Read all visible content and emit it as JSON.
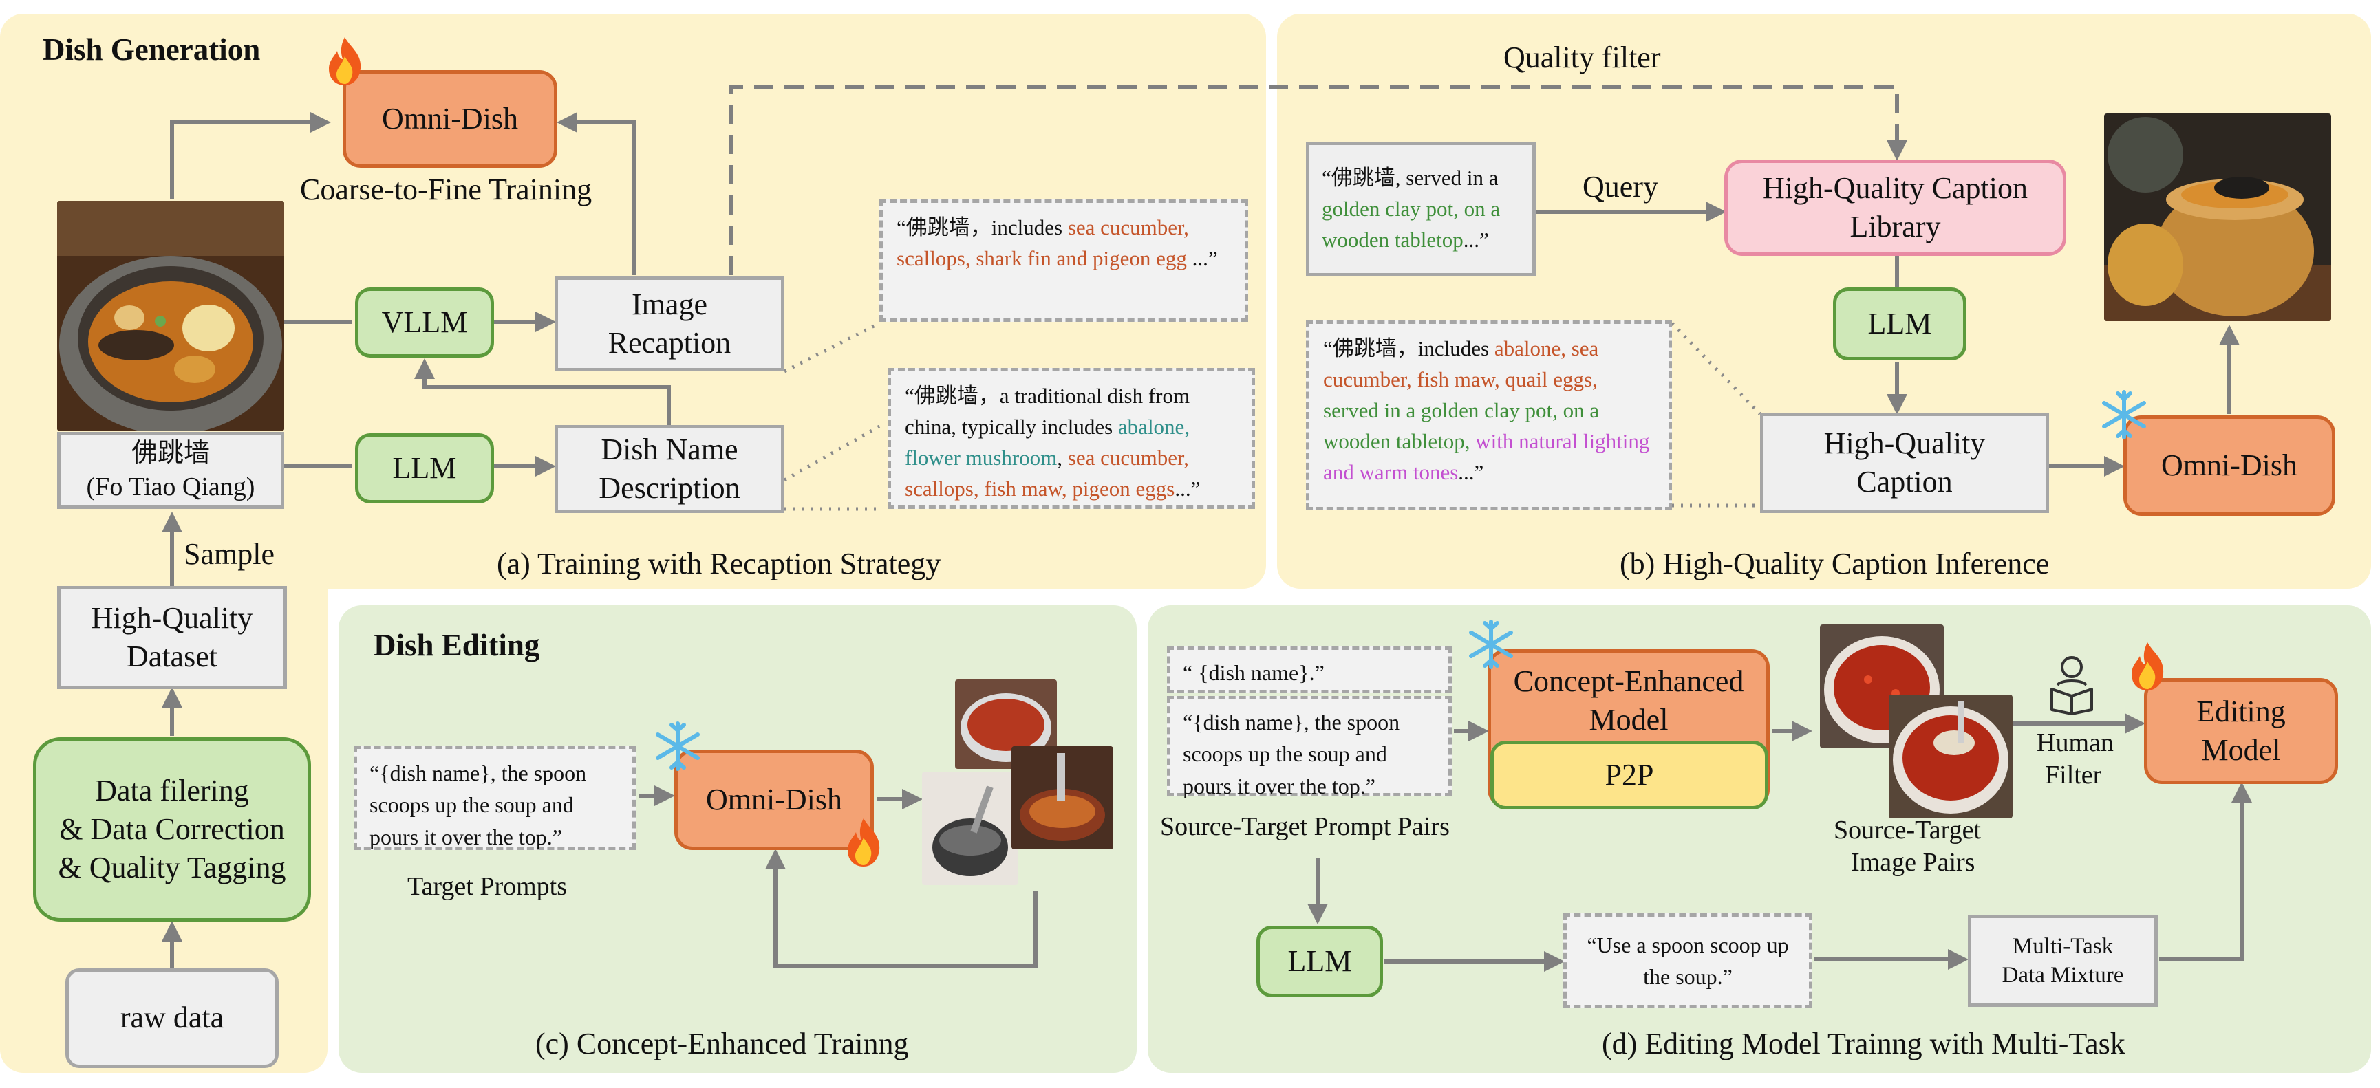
{
  "panels": {
    "dish_generation": {
      "title": "Dish Generation"
    },
    "dish_editing": {
      "title": "Dish Editing"
    }
  },
  "captions": {
    "a": "(a) Training with Recaption Strategy",
    "b": "(b) High-Quality Caption Inference",
    "c": "(c) Concept-Enhanced Trainng",
    "d": "(d) Editing Model Trainng with Multi-Task"
  },
  "pipeline": {
    "raw_data": "raw data",
    "filter": [
      "Data filering",
      "& Data Correction",
      "& Quality Tagging"
    ],
    "dataset": [
      "High-Quality",
      "Dataset"
    ],
    "sample": "Sample",
    "dish_name": [
      "佛跳墙",
      "(Fo Tiao Qiang)"
    ]
  },
  "training": {
    "omni_dish": "Omni-Dish",
    "coarse_to_fine": "Coarse-to-Fine Training",
    "vllm": "VLLM",
    "llm": "LLM",
    "image_recaption": [
      "Image",
      "Recaption"
    ],
    "dish_name_desc": [
      "Dish Name",
      "Description"
    ],
    "quote_recaption": {
      "prefix": "“佛跳墙，includes ",
      "highlight": "sea cucumber, scallops, shark fin and pigeon egg",
      "suffix": " ...”"
    },
    "quote_desc": {
      "prefix": "“佛跳墙，a traditional dish from china, typically includes ",
      "teal": "abalone, flower mushroom",
      "sep": ", ",
      "orange": "sea cucumber, scallops, fish maw, pigeon eggs",
      "suffix": "...”"
    }
  },
  "inference": {
    "quality_filter": "Quality filter",
    "query": "Query",
    "library": [
      "High-Quality Caption",
      "Library"
    ],
    "llm": "LLM",
    "hq_caption": [
      "High-Quality",
      "Caption"
    ],
    "omni_dish": "Omni-Dish",
    "quote_query": {
      "prefix": "“佛跳墙, served in a ",
      "green": "golden clay pot, on a wooden tabletop",
      "suffix": "...”"
    },
    "quote_full": {
      "prefix": "“佛跳墙，includes ",
      "orange": "abalone, sea cucumber, fish maw, quail eggs,",
      "green": "served in a golden clay pot, on a wooden tabletop,",
      "pink": "with natural lighting and warm tones",
      "suffix": "...”"
    }
  },
  "editing_c": {
    "prompt": "“{dish name}, the spoon scoops up the soup and pours it over the top.”",
    "target_prompts": "Target Prompts",
    "omni_dish": "Omni-Dish"
  },
  "editing_d": {
    "src_prompt": "“ {dish name}.”",
    "tgt_prompt": "“{dish name}, the spoon scoops up the soup and pours it over the top.”",
    "pairs_label": "Source-Target Prompt Pairs",
    "concept_model": [
      "Concept-Enhanced",
      "Model"
    ],
    "p2p": "P2P",
    "image_pairs": [
      "Source-Target",
      "Image Pairs"
    ],
    "human_filter": [
      "Human",
      "Filter"
    ],
    "editing_model": [
      "Editing",
      "Model"
    ],
    "llm": "LLM",
    "instruction": "“Use a spoon scoop up the soup.”",
    "mixture": [
      "Multi-Task",
      "Data Mixture"
    ]
  },
  "icons": [
    "fire-icon",
    "snowflake-icon",
    "human-reader-icon"
  ],
  "colors": {
    "panel_yellow": "#fdf3cc",
    "panel_green": "#e4efd6",
    "box_orange": "#f3a274",
    "box_green": "#cfe8b8",
    "box_pink": "#fad2d8",
    "box_yellow": "#fde48a",
    "arrow": "#7f7f7f"
  }
}
